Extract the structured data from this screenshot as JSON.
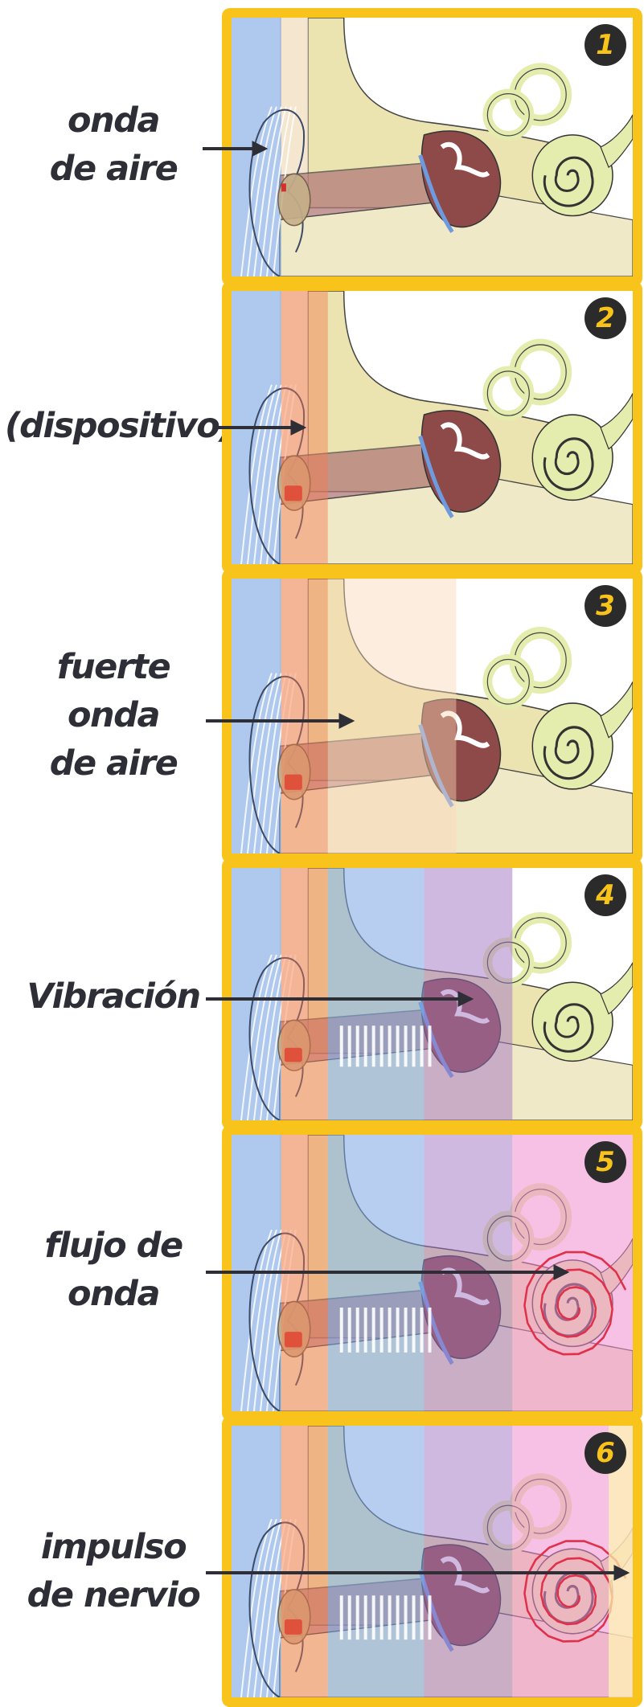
{
  "steps": [
    {
      "number": "1",
      "label": [
        "onda",
        "de aire"
      ]
    },
    {
      "number": "2",
      "label": [
        "(dispositivo)"
      ]
    },
    {
      "number": "3",
      "label": [
        "fuerte",
        "onda",
        "de aire"
      ]
    },
    {
      "number": "4",
      "label": [
        "Vibración"
      ]
    },
    {
      "number": "5",
      "label": [
        "flujo de",
        "onda"
      ]
    },
    {
      "number": "6",
      "label": [
        "impulso",
        "de nervio"
      ]
    }
  ],
  "colors": {
    "frame": "#f8c31a",
    "air_wave": "#6e9be0",
    "device_zone": "#f47a50",
    "middle_zone": "#7ba6e6",
    "vibration_zone": "#a173c2",
    "nerve_zone": "#f08ccf",
    "bone": "#ece4b0",
    "cochlea": "#e5edae",
    "canal": "#b27a78",
    "badge": "#2b2b2b",
    "arrow": "#2e2e36"
  }
}
